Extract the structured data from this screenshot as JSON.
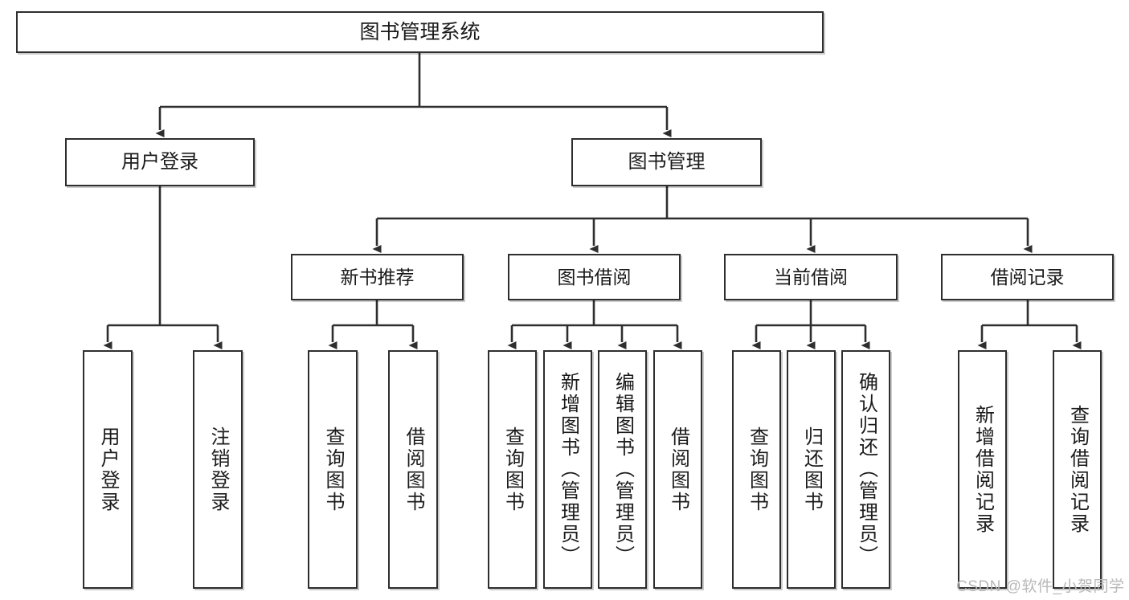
{
  "diagram": {
    "type": "tree-hierarchy-chart",
    "title": "图书管理系统",
    "colors": {
      "box_border": "#2e2e2e",
      "box_fill": "#ffffff",
      "connector": "#2e2e2e",
      "background": "#ffffff",
      "watermark": "#b9b9b9"
    },
    "root": {
      "label": "图书管理系统"
    },
    "level2": [
      {
        "label": "用户登录"
      },
      {
        "label": "图书管理"
      }
    ],
    "level3": [
      {
        "label": "新书推荐"
      },
      {
        "label": "图书借阅"
      },
      {
        "label": "当前借阅"
      },
      {
        "label": "借阅记录"
      }
    ],
    "leaves": {
      "user_login": [
        {
          "label": "用户登录"
        },
        {
          "label": "注销登录"
        }
      ],
      "new_book_recommend": [
        {
          "label": "查询图书"
        },
        {
          "label": "借阅图书"
        }
      ],
      "book_borrow": [
        {
          "label": "查询图书"
        },
        {
          "label": "新增图书（管理员）"
        },
        {
          "label": "编辑图书（管理员）"
        },
        {
          "label": "借阅图书"
        }
      ],
      "current_borrow": [
        {
          "label": "查询图书"
        },
        {
          "label": "归还图书"
        },
        {
          "label": "确认归还（管理员）"
        }
      ],
      "borrow_record": [
        {
          "label": "新增借阅记录"
        },
        {
          "label": "查询借阅记录"
        }
      ]
    }
  },
  "watermark": {
    "text": "CSDN @软件_小贺同学"
  }
}
